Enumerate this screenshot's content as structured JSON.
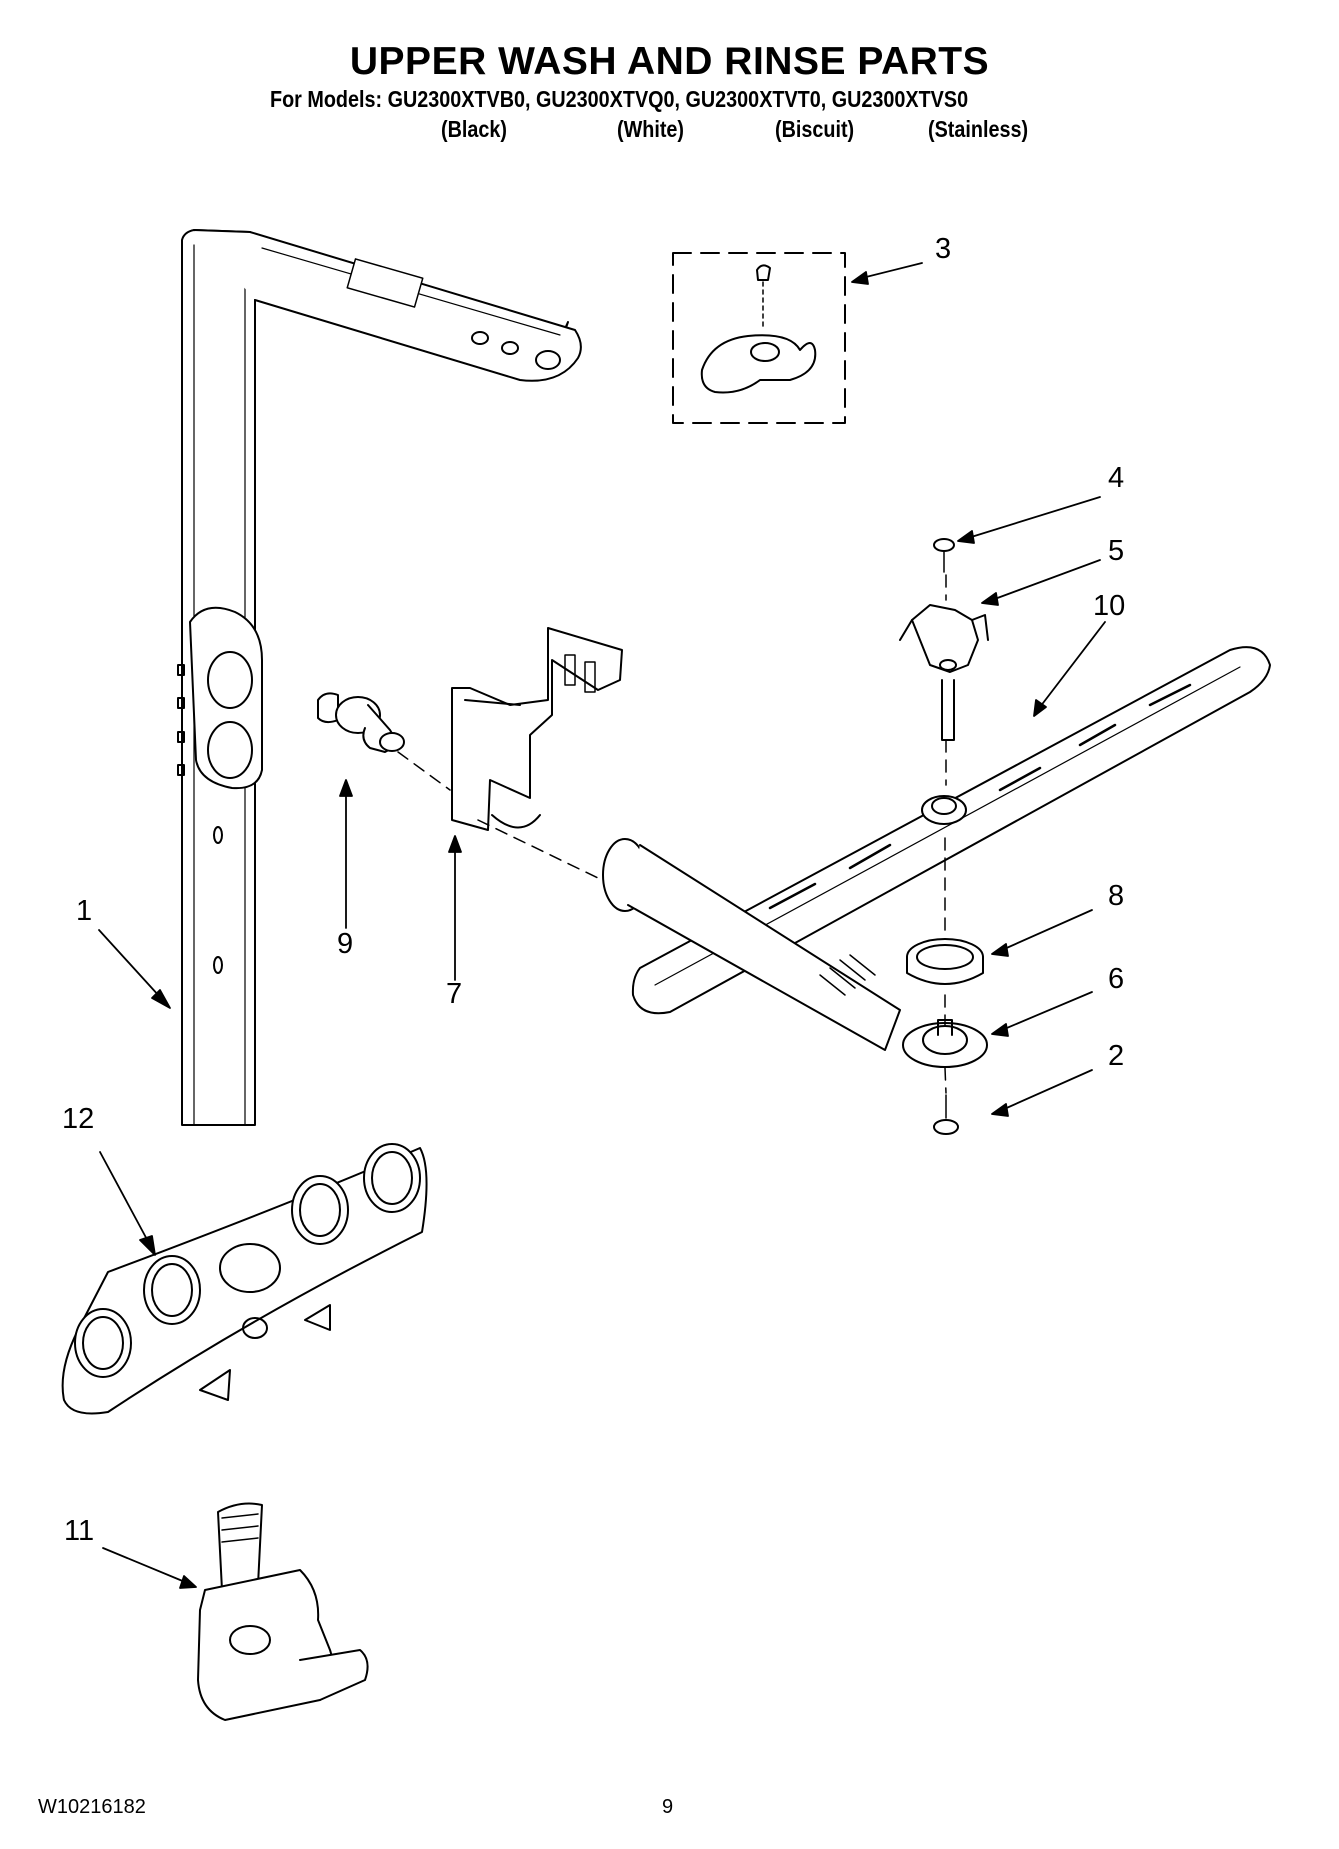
{
  "header": {
    "title": "UPPER WASH AND RINSE PARTS",
    "models_line": "For Models: GU2300XTVB0, GU2300XTVQ0, GU2300XTVT0, GU2300XTVS0",
    "variants": [
      "(Black)",
      "(White)",
      "(Biscuit)",
      "(Stainless)"
    ]
  },
  "callouts": {
    "c1": "1",
    "c2": "2",
    "c3": "3",
    "c4": "4",
    "c5": "5",
    "c6": "6",
    "c7": "7",
    "c8": "8",
    "c9": "9",
    "c10": "10",
    "c11": "11",
    "c12": "12"
  },
  "footer": {
    "doc_number": "W10216182",
    "page_number": "9"
  }
}
